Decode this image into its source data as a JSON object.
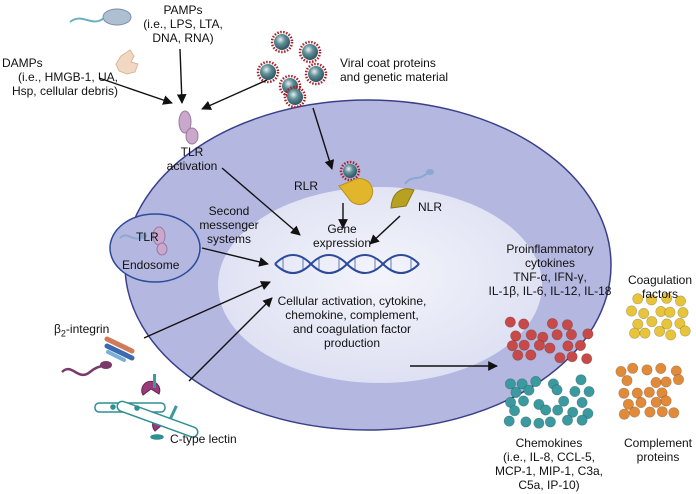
{
  "labels": {
    "pamps": [
      "PAMPs",
      "(i.e., LPS, LTA,",
      "DNA, RNA)"
    ],
    "damps": [
      "DAMPs",
      "(i.e., HMGB-1, UA,",
      "Hsp, cellular debris)"
    ],
    "viral": [
      "Viral coat proteins",
      "and genetic material"
    ],
    "tlr_activation": [
      "TLR",
      "activation"
    ],
    "rlr": "RLR",
    "nlr": "NLR",
    "second_messenger": [
      "Second",
      "messenger",
      "systems"
    ],
    "tlr_endosome": "TLR",
    "endosome": "Endosome",
    "gene_expression": [
      "Gene",
      "expression"
    ],
    "cellular_activation": [
      "Cellular activation, cytokine,",
      "chemokine, complement,",
      "and coagulation factor",
      "production"
    ],
    "integrin": "β2-integrin",
    "ctype_lectin": "C-type lectin",
    "proinflammatory": [
      "Proinflammatory",
      "cytokines",
      "TNF-α, IFN-γ,",
      "IL-1β, IL-6, IL-12, IL-18"
    ],
    "coagulation": [
      "Coagulation",
      "factors"
    ],
    "chemokines": [
      "Chemokines",
      "(i.e., IL-8, CCL-5,",
      "MCP-1, MIP-1, C3a,",
      "C5a, IP-10)"
    ],
    "complement": [
      "Complement",
      "proteins"
    ]
  },
  "colors": {
    "cell_fill": "#b4b8e0",
    "cell_stroke": "#3a3f8a",
    "nucleus_fill": "#e6e8f6",
    "dna": "#2c4a9a",
    "cytokine_dots": "#c84a48",
    "chemokine_dots": "#3a9aa0",
    "coagulation_dots": "#e8c43a",
    "complement_dots": "#e08a3a",
    "virus": "#3f6d78",
    "virus_spikes": "#a8202a",
    "tlr_receptor": "#c9a8cc",
    "rlr_receptor": "#e2b62a",
    "nlr_receptor": "#b8a020"
  }
}
